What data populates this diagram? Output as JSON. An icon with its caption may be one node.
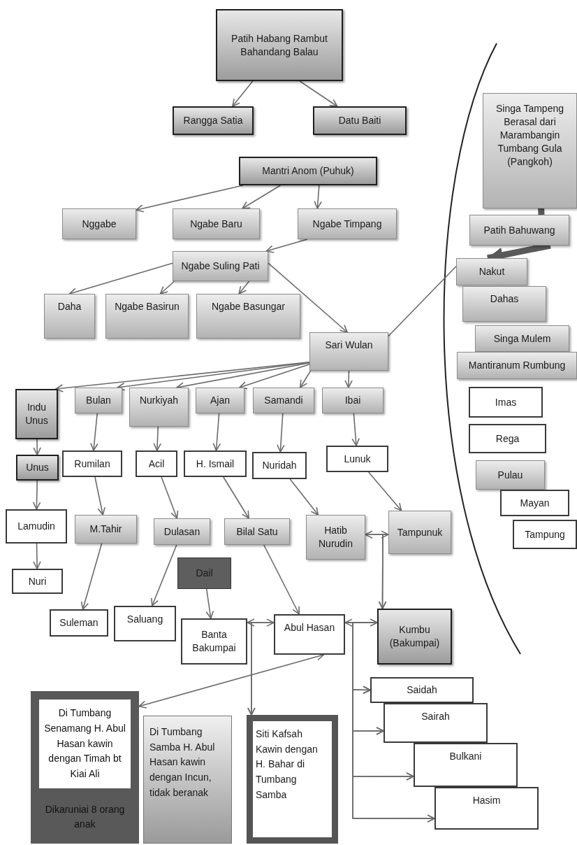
{
  "diagram": {
    "nodes": [
      {
        "text": [
          "Patih Habang Rambut Bahandang Balau"
        ]
      },
      {
        "text": [
          "Rangga Satia"
        ]
      },
      {
        "text": [
          "Datu Baiti"
        ]
      },
      {
        "text": [
          "Mantri Anom (Puhuk)"
        ]
      },
      {
        "text": [
          "Nggabe"
        ]
      },
      {
        "text": [
          "Ngabe  Baru"
        ]
      },
      {
        "text": [
          "Ngabe Timpang"
        ]
      },
      {
        "text": [
          "Ngabe Suling Pati"
        ]
      },
      {
        "text": [
          "Daha"
        ]
      },
      {
        "text": [
          "Ngabe Basirun"
        ]
      },
      {
        "text": [
          "Ngabe Basungar"
        ]
      },
      {
        "text": [
          "Sari Wulan"
        ]
      },
      {
        "text": [
          "Indu Unus"
        ]
      },
      {
        "text": [
          "Bulan"
        ]
      },
      {
        "text": [
          "Nurkiyah"
        ]
      },
      {
        "text": [
          "Ajan"
        ]
      },
      {
        "text": [
          "Samandi"
        ]
      },
      {
        "text": [
          "Ibai"
        ]
      },
      {
        "text": [
          "Unus"
        ]
      },
      {
        "text": [
          "Rumilan"
        ]
      },
      {
        "text": [
          "Acil"
        ]
      },
      {
        "text": [
          "H. Ismail"
        ]
      },
      {
        "text": [
          "Nuridah"
        ]
      },
      {
        "text": [
          "Lunuk"
        ]
      },
      {
        "text": [
          "Lamudin"
        ]
      },
      {
        "text": [
          "M.Tahir"
        ]
      },
      {
        "text": [
          "Dulasan"
        ]
      },
      {
        "text": [
          "Bilal Satu"
        ]
      },
      {
        "text": [
          "Hatib Nurudin"
        ]
      },
      {
        "text": [
          "Tampunuk"
        ]
      },
      {
        "text": [
          "Dail"
        ]
      },
      {
        "text": [
          "Nuri"
        ]
      },
      {
        "text": [
          "Suleman"
        ]
      },
      {
        "text": [
          "Saluang"
        ]
      },
      {
        "text": [
          "Banta Bakumpai"
        ]
      },
      {
        "text": [
          "Abul Hasan"
        ]
      },
      {
        "text": [
          "Kumbu (Bakumpai)"
        ]
      },
      {
        "text": [
          "Saidah"
        ]
      },
      {
        "text": [
          "Sairah"
        ]
      },
      {
        "text": [
          "Bulkani"
        ]
      },
      {
        "text": [
          "Hasim"
        ]
      },
      {
        "text": [
          "Dikaruniai 8 orang anak"
        ]
      },
      {
        "text": [
          "Di Tumbang Senamang H. Abul Hasan kawin dengan Timah bt Kiai Ali"
        ],
        "in": 41
      },
      {
        "text": [
          "Di Tumbang Samba H. Abul Hasan kawin dengan Incun, tidak beranak"
        ]
      },
      {
        "text": [
          "Siti Kafsah Kawin dengan H. Bahar di Tumbang Samba"
        ]
      },
      {
        "text": [
          "Singa Tampeng Berasal dari Marambangin Tumbang Gula (Pangkoh)"
        ]
      },
      {
        "text": [
          "Patih Bahuwang"
        ]
      },
      {
        "text": [
          "Nakut"
        ]
      },
      {
        "text": [
          "Dahas"
        ]
      },
      {
        "text": [
          "Singa Mulem"
        ]
      },
      {
        "text": [
          "Mantiranum Rumbung"
        ]
      },
      {
        "text": [
          "Imas"
        ]
      },
      {
        "text": [
          "Rega"
        ]
      },
      {
        "text": [
          "Pulau"
        ]
      },
      {
        "text": [
          "Mayan"
        ]
      },
      {
        "text": [
          "Tampung"
        ]
      }
    ],
    "edges": [
      {
        "from": 0,
        "to": 1,
        "arrow": "to"
      },
      {
        "from": 0,
        "to": 2,
        "arrow": "to"
      },
      {
        "from": 3,
        "to": 4,
        "arrow": "to"
      },
      {
        "from": 3,
        "to": 5,
        "arrow": "to"
      },
      {
        "from": 3,
        "to": 6,
        "arrow": "to"
      },
      {
        "from": 6,
        "to": 7,
        "arrow": "to"
      },
      {
        "from": 7,
        "to": 8,
        "arrow": "to"
      },
      {
        "from": 7,
        "to": 9,
        "arrow": "to"
      },
      {
        "from": 7,
        "to": 10,
        "arrow": "to"
      },
      {
        "from": 7,
        "to": 11,
        "arrow": "to"
      },
      {
        "from": 45,
        "to": 46,
        "arrow": "to",
        "style": "thick"
      },
      {
        "from": 46,
        "to": 47,
        "arrow": "to",
        "style": "thick"
      },
      {
        "from": 47,
        "to": 11,
        "arrow": "none"
      },
      {
        "from": 11,
        "to": 12,
        "arrow": "to"
      },
      {
        "from": 11,
        "to": 13,
        "arrow": "to"
      },
      {
        "from": 11,
        "to": 14,
        "arrow": "to"
      },
      {
        "from": 11,
        "to": 15,
        "arrow": "to"
      },
      {
        "from": 11,
        "to": 16,
        "arrow": "to"
      },
      {
        "from": 11,
        "to": 17,
        "arrow": "to"
      },
      {
        "from": 12,
        "to": 18,
        "arrow": "to"
      },
      {
        "from": 13,
        "to": 19,
        "arrow": "to"
      },
      {
        "from": 14,
        "to": 20,
        "arrow": "to"
      },
      {
        "from": 15,
        "to": 21,
        "arrow": "to"
      },
      {
        "from": 16,
        "to": 22,
        "arrow": "to"
      },
      {
        "from": 17,
        "to": 23,
        "arrow": "to"
      },
      {
        "from": 18,
        "to": 24,
        "arrow": "to"
      },
      {
        "from": 24,
        "to": 31,
        "arrow": "to"
      },
      {
        "from": 19,
        "to": 25,
        "arrow": "to"
      },
      {
        "from": 20,
        "to": 26,
        "arrow": "to"
      },
      {
        "from": 21,
        "to": 27,
        "arrow": "to"
      },
      {
        "from": 22,
        "to": 28,
        "arrow": "to"
      },
      {
        "from": 23,
        "to": 29,
        "arrow": "to"
      },
      {
        "from": 28,
        "to": 29,
        "arrow": "both"
      },
      {
        "from": 28,
        "to": 36,
        "arrow": "to"
      },
      {
        "from": 29,
        "to": 36,
        "arrow": "to"
      },
      {
        "from": 25,
        "to": 32,
        "arrow": "to"
      },
      {
        "from": 26,
        "to": 33,
        "arrow": "to"
      },
      {
        "from": 27,
        "to": 35,
        "arrow": "to"
      },
      {
        "from": 30,
        "to": 34,
        "arrow": "to"
      },
      {
        "from": 34,
        "to": 35,
        "arrow": "both"
      },
      {
        "from": 34,
        "to": 44,
        "arrow": "to"
      },
      {
        "from": 35,
        "to": 44,
        "arrow": "to"
      },
      {
        "from": 35,
        "to": 36,
        "arrow": "both"
      },
      {
        "from": 35,
        "to": 37,
        "arrow": "to"
      },
      {
        "from": 35,
        "to": 38,
        "arrow": "to"
      },
      {
        "from": 35,
        "to": 39,
        "arrow": "to"
      },
      {
        "from": 35,
        "to": 40,
        "arrow": "to"
      },
      {
        "from": 36,
        "to": 37,
        "arrow": "to"
      },
      {
        "from": 36,
        "to": 38,
        "arrow": "to"
      },
      {
        "from": 36,
        "to": 39,
        "arrow": "to"
      },
      {
        "from": 36,
        "to": 40,
        "arrow": "to"
      },
      {
        "from": 35,
        "to": 41,
        "arrow": "both"
      }
    ]
  }
}
